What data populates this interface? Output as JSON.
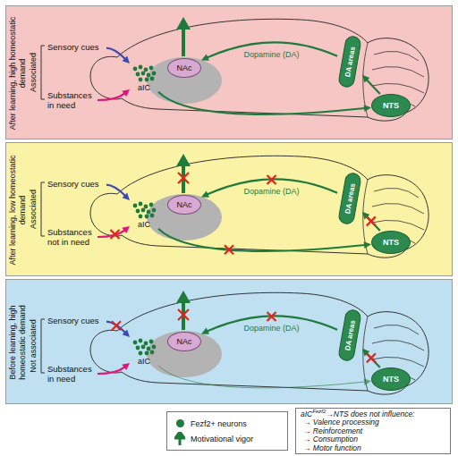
{
  "diagram": {
    "nodes": [
      {
        "text": [
          "After learning, high homeostatic demand"
        ]
      },
      {
        "text": [
          "Sensory cues"
        ],
        "in": 0
      },
      {
        "text": [
          "Substances in need"
        ],
        "in": 0
      },
      {
        "text": [
          "aIC"
        ],
        "in": 0
      },
      {
        "text": [
          "NAc"
        ],
        "in": 0
      },
      {
        "text": [
          "DA areas"
        ],
        "in": 0
      },
      {
        "text": [
          "NTS"
        ],
        "in": 0
      },
      {
        "text": [
          "After learning, low homeostatic demand"
        ]
      },
      {
        "text": [
          "Sensory cues"
        ],
        "in": 7
      },
      {
        "text": [
          "Substances not in need"
        ],
        "in": 7
      },
      {
        "text": [
          "aIC"
        ],
        "in": 7
      },
      {
        "text": [
          "NAc"
        ],
        "in": 7
      },
      {
        "text": [
          "DA areas"
        ],
        "in": 7
      },
      {
        "text": [
          "NTS"
        ],
        "in": 7
      },
      {
        "text": [
          "Before learning, high homeostatic demand"
        ]
      },
      {
        "text": [
          "Sensory cues"
        ],
        "in": 14
      },
      {
        "text": [
          "Substances in need"
        ],
        "in": 14
      },
      {
        "text": [
          "aIC"
        ],
        "in": 14
      },
      {
        "text": [
          "NAc"
        ],
        "in": 14
      },
      {
        "text": [
          "DA areas"
        ],
        "in": 14
      },
      {
        "text": [
          "NTS"
        ],
        "in": 14
      },
      {
        "text": [
          "aIC",
          "Fezf2",
          "→NTS does not influence:",
          "→ Valence processing",
          "→ Reinforcement",
          "→ Consumption",
          "→ Motor function"
        ]
      }
    ],
    "edges": [
      {
        "from": 1,
        "to": 3,
        "arrow": "to"
      },
      {
        "from": 2,
        "to": 3,
        "arrow": "to"
      },
      {
        "from": 3,
        "to": 6,
        "arrow": "to"
      },
      {
        "from": 6,
        "to": 5,
        "arrow": "to"
      },
      {
        "from": 5,
        "to": 4,
        "label": "Dopamine (DA)",
        "arrow": "to"
      },
      {
        "from": 8,
        "to": 10,
        "arrow": "to"
      },
      {
        "from": 9,
        "to": 10,
        "arrow": "to"
      },
      {
        "from": 10,
        "to": 13,
        "arrow": "to"
      },
      {
        "from": 13,
        "to": 12,
        "arrow": "to"
      },
      {
        "from": 12,
        "to": 11,
        "label": "Dopamine (DA)",
        "arrow": "to"
      },
      {
        "from": 15,
        "to": 17,
        "arrow": "to"
      },
      {
        "from": 16,
        "to": 17,
        "arrow": "to"
      },
      {
        "from": 17,
        "to": 20,
        "arrow": "to"
      },
      {
        "from": 20,
        "to": 19,
        "arrow": "to"
      },
      {
        "from": 19,
        "to": 18,
        "label": "Dopamine (DA)",
        "arrow": "to"
      }
    ],
    "labels": [
      "Associated",
      "Associated",
      "Not associated"
    ],
    "legend": [
      {
        "text": "Fezf2+ neurons",
        "color": "#1e7b3c"
      },
      {
        "text": "Motivational vigor"
      }
    ]
  }
}
